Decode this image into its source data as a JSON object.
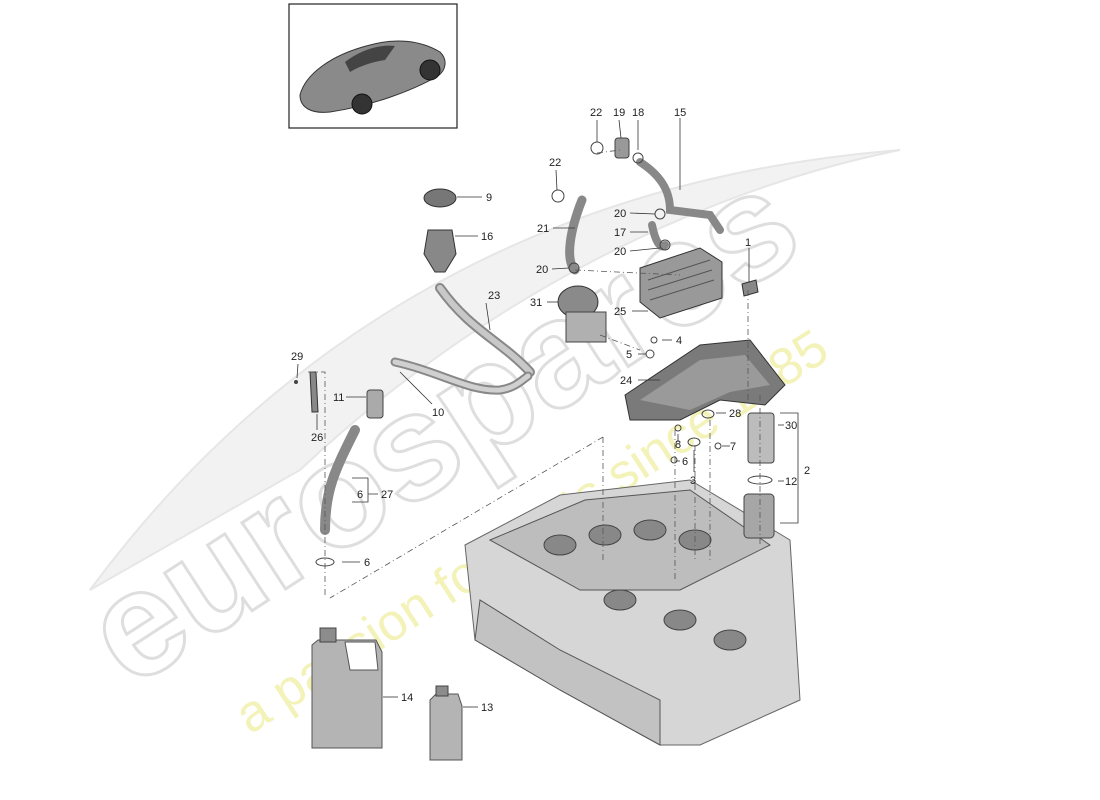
{
  "watermark": {
    "brand": "eurospares",
    "tagline": "a passion for parts since 1985",
    "brand_color": "#e9e9e9",
    "tagline_color": "#f1f0a8"
  },
  "callouts": {
    "c1": "1",
    "c2": "2",
    "c3": "3",
    "c4": "4",
    "c5": "5",
    "c6a": "6",
    "c6b": "6",
    "c6c": "6",
    "c7": "7",
    "c8": "8",
    "c9": "9",
    "c10": "10",
    "c11": "11",
    "c12": "12",
    "c13": "13",
    "c14": "14",
    "c15": "15",
    "c16": "16",
    "c17": "17",
    "c18": "18",
    "c19": "19",
    "c20a": "20",
    "c20b": "20",
    "c20c": "20",
    "c21": "21",
    "c22a": "22",
    "c22b": "22",
    "c23": "23",
    "c24": "24",
    "c25": "25",
    "c26": "26",
    "c27": "27",
    "c28": "28",
    "c29": "29",
    "c30": "30",
    "c31": "31"
  }
}
